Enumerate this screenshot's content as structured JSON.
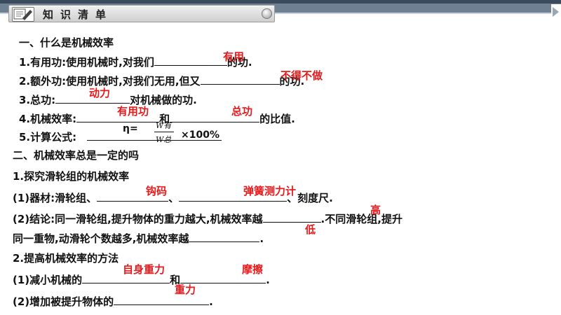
{
  "banner": {
    "title": "知识清单"
  },
  "section1": {
    "heading": "一、什么是机械效率",
    "item1": {
      "pre": "1.有用功:使用机械时,对我们",
      "post": "的功.",
      "answer": "有用"
    },
    "item2": {
      "pre": "2.额外功:使用机械时,对我们无用,但又",
      "post": "的功.",
      "answer": "不得不做"
    },
    "item3": {
      "pre": "3.总功:",
      "post": "对机械做的功.",
      "answer": "动力"
    },
    "item4": {
      "pre": "4.机械效率:",
      "mid": "和",
      "post": "的比值.",
      "answer1": "有用功",
      "answer2": "总功"
    },
    "item5": {
      "pre": "5.计算公式:",
      "eta": "η=",
      "num": "W有",
      "den": "W总",
      "times": "×100%"
    }
  },
  "section2": {
    "heading": "二、机械效率总是一定的吗",
    "sub1": "1.探究滑轮组的机械效率",
    "equip": {
      "pre": "(1)器材:滑轮组、",
      "sep": "、",
      "post": "、刻度尺.",
      "answer1": "钩码",
      "answer2": "弹簧测力计"
    },
    "concl": {
      "pre": "(2)结论:同一滑轮组,提升物体的重力越大,机械效率越",
      "post": ".不同滑轮组,提升",
      "line2_pre": "同一重物,动滑轮个数越多,机械效率越",
      "line2_post": ".",
      "answer1": "高",
      "answer2": "低"
    },
    "sub2": "2.提高机械效率的方法",
    "method1": {
      "pre": "(1)减小机械的",
      "mid": "和",
      "post": ".",
      "answer1": "自身重力",
      "answer2": "摩擦"
    },
    "method2": {
      "pre": "(2)增加被提升物体的",
      "post": ".",
      "answer": "重力"
    }
  }
}
